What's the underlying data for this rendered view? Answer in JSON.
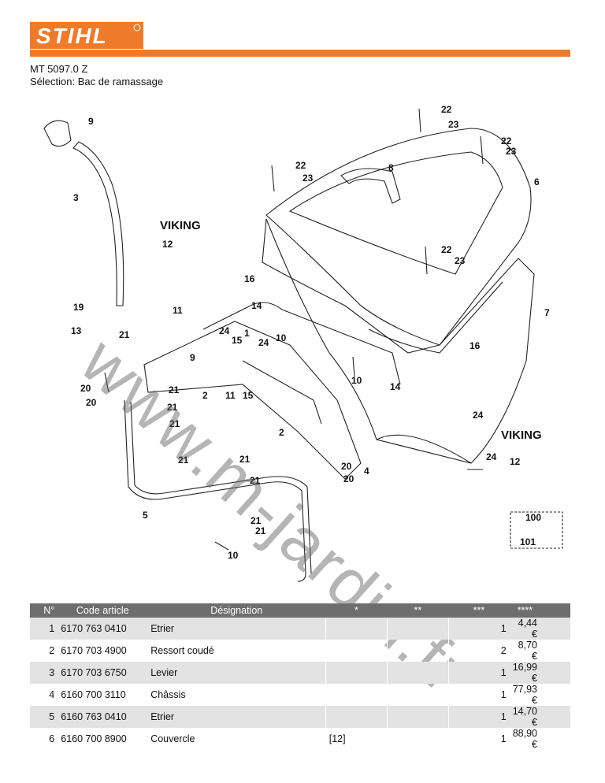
{
  "header": {
    "brand": "STIHL",
    "model": "MT 5097.0 Z",
    "selection": "Sélection: Bac de ramassage"
  },
  "colors": {
    "brand_orange": "#ee7a2a",
    "header_gray": "#6e6e6e",
    "row_gray": "#e3e3e3"
  },
  "diagram": {
    "watermark": "www.m-jardin.fr",
    "viking_logo": "VIKING",
    "callouts": [
      "9",
      "3",
      "22",
      "23",
      "22",
      "23",
      "8",
      "22",
      "23",
      "6",
      "12",
      "22",
      "23",
      "16",
      "7",
      "19",
      "13",
      "21",
      "11",
      "14",
      "24",
      "1",
      "24",
      "10",
      "16",
      "15",
      "9",
      "21",
      "2",
      "11",
      "15",
      "10",
      "14",
      "20",
      "20",
      "21",
      "21",
      "2",
      "24",
      "21",
      "21",
      "20",
      "4",
      "20",
      "21",
      "12",
      "24",
      "5",
      "100",
      "101",
      "21",
      "21",
      "10"
    ]
  },
  "table": {
    "columns": [
      "N°",
      "Code article",
      "Désignation",
      "*",
      "**",
      "***",
      "****"
    ],
    "rows": [
      {
        "no": "1",
        "code": "6170 763 0410",
        "designation": "Etrier",
        "s1": "",
        "s2": "",
        "qty": "1",
        "price": "4,44 €"
      },
      {
        "no": "2",
        "code": "6170 703 4900",
        "designation": "Ressort coudé",
        "s1": "",
        "s2": "",
        "qty": "2",
        "price": "8,70 €"
      },
      {
        "no": "3",
        "code": "6170 703 6750",
        "designation": "Levier",
        "s1": "",
        "s2": "",
        "qty": "1",
        "price": "16,99 €"
      },
      {
        "no": "4",
        "code": "6160 700 3110",
        "designation": "Châssis",
        "s1": "",
        "s2": "",
        "qty": "1",
        "price": "77,93 €"
      },
      {
        "no": "5",
        "code": "6160 763 0410",
        "designation": "Etrier",
        "s1": "",
        "s2": "",
        "qty": "1",
        "price": "14,70 €"
      },
      {
        "no": "6",
        "code": "6160 700 8900",
        "designation": "Couvercle",
        "s1": "[12]",
        "s2": "",
        "qty": "1",
        "price": "88,90 €"
      }
    ]
  }
}
